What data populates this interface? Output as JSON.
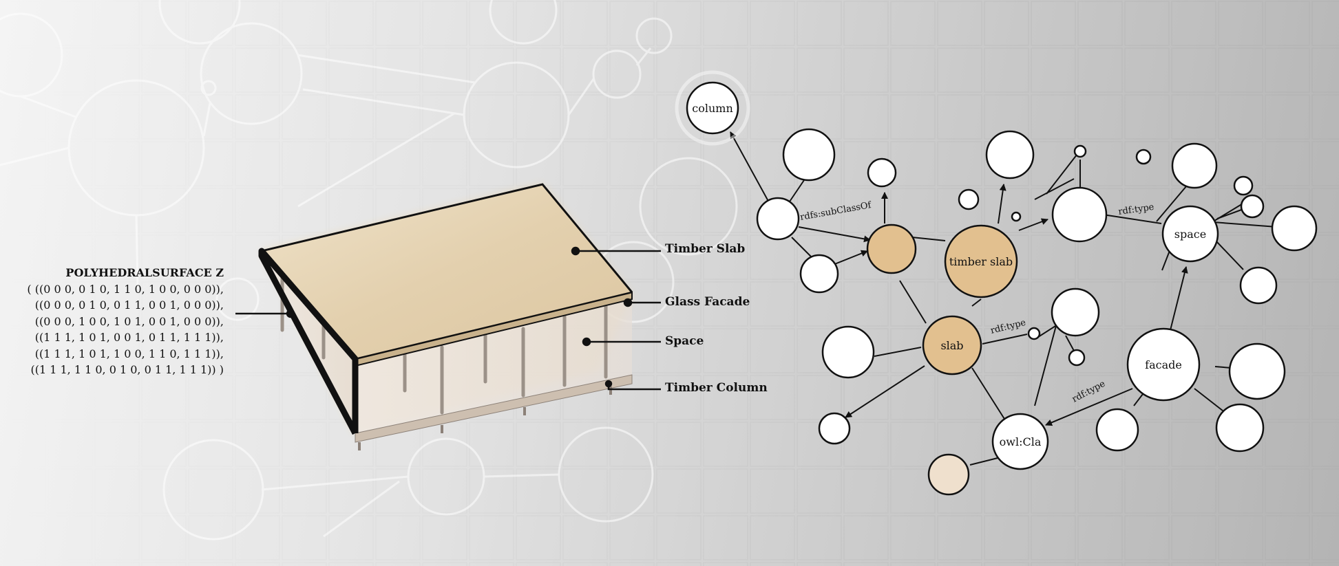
{
  "colors": {
    "accent_node": "#e2c08f",
    "light_accent_node": "#efe0cd",
    "slab_top": "#e6d5b8",
    "outline": "#111111"
  },
  "wkt": {
    "title": "POLYHEDRALSURFACE Z",
    "lines": [
      "( ((0 0 0, 0 1 0, 1 1 0, 1 0 0, 0 0 0)),",
      "((0 0 0, 0 1 0, 0 1 1, 0 0 1, 0 0 0)),",
      "((0 0 0, 1 0 0, 1 0 1, 0 0 1, 0 0 0)),",
      "((1 1 1, 1 0 1, 0 0 1, 0 1 1, 1 1 1)),",
      "((1 1 1, 1 0 1, 1 0 0, 1 1 0, 1 1 1)),",
      "((1 1 1, 1 1 0, 0 1 0, 0 1 1, 1 1 1)) )"
    ]
  },
  "callouts": {
    "timber_slab": "Timber Slab",
    "glass_facade": "Glass Facade",
    "space": "Space",
    "timber_column": "Timber Column"
  },
  "graph": {
    "nodes": {
      "column": "column",
      "timber_slab": "timber slab",
      "space": "space",
      "slab": "slab",
      "facade": "facade",
      "owl_class": "owl:Cla"
    },
    "edges": {
      "subclassof": "rdfs:subClassOf",
      "rdf_type_space": "rdf:type",
      "rdf_type_slab": "rdf:type",
      "rdf_type_facade": "rdf:type"
    }
  }
}
